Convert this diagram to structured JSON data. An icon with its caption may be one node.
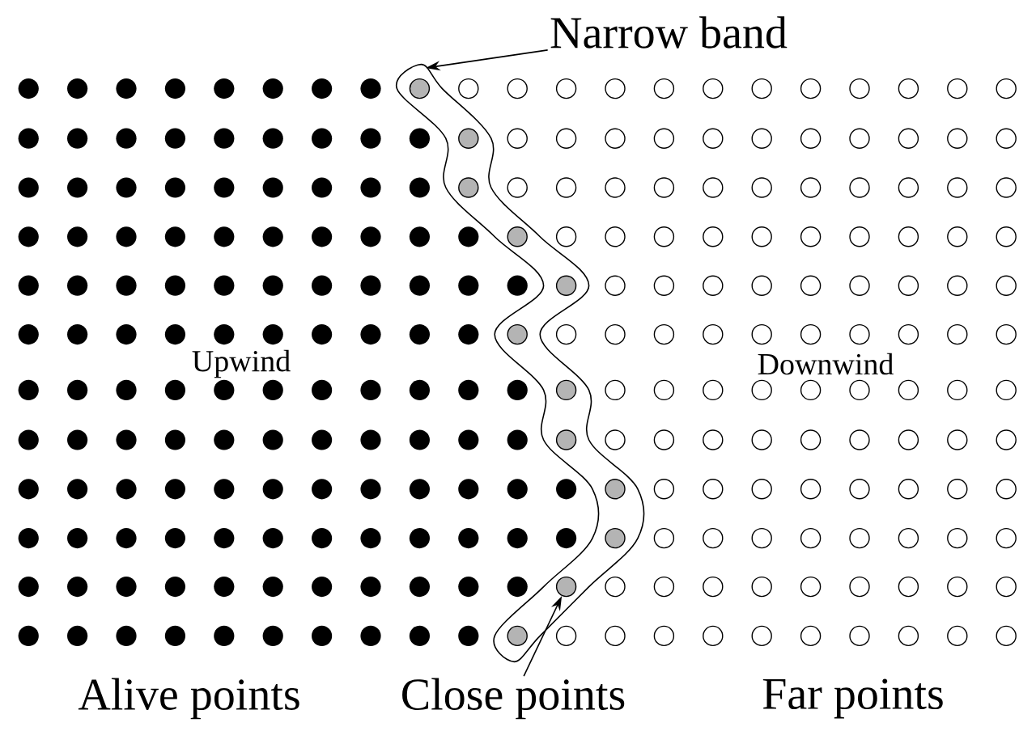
{
  "diagram": {
    "nodes": [
      {
        "text": [
          "Narrow band"
        ]
      },
      {
        "text": [],
        "shape": "band"
      },
      {
        "text": [],
        "shape": "circle",
        "in": 1
      },
      {
        "text": [],
        "shape": "circle",
        "in": 1
      },
      {
        "text": [],
        "shape": "circle",
        "in": 1
      },
      {
        "text": [],
        "shape": "circle",
        "in": 1
      },
      {
        "text": [],
        "shape": "circle",
        "in": 1
      },
      {
        "text": [],
        "shape": "circle",
        "in": 1
      },
      {
        "text": [],
        "shape": "circle",
        "in": 1
      },
      {
        "text": [],
        "shape": "circle",
        "in": 1
      },
      {
        "text": [],
        "shape": "circle",
        "in": 1
      },
      {
        "text": [],
        "shape": "circle",
        "in": 1
      },
      {
        "text": [],
        "shape": "circle",
        "in": 1
      },
      {
        "text": [],
        "shape": "circle",
        "in": 1
      },
      {
        "text": [
          "Close points"
        ]
      }
    ],
    "edges": [
      {
        "from": 0,
        "to": 1,
        "arrow": "to"
      },
      {
        "from": 14,
        "to": 12,
        "arrow": "to"
      }
    ],
    "labels": [
      "Upwind",
      "Downwind",
      "Alive points",
      "Far points"
    ]
  }
}
